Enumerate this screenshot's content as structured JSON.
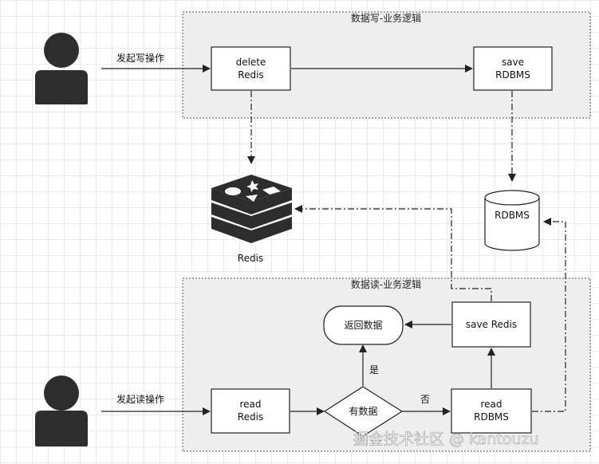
{
  "groups": {
    "write": {
      "title": "数据写-业务逻辑"
    },
    "read": {
      "title": "数据读-业务逻辑"
    }
  },
  "nodes": {
    "delete_redis": {
      "line1": "delete",
      "line2": "Redis"
    },
    "save_rdbms": {
      "line1": "save",
      "line2": "RDBMS"
    },
    "redis_store": {
      "label": "Redis"
    },
    "rdbms_store": {
      "label": "RDBMS"
    },
    "return_data": {
      "label": "返回数据"
    },
    "save_redis": {
      "label": "save Redis"
    },
    "read_redis": {
      "line1": "read",
      "line2": "Redis"
    },
    "has_data": {
      "label": "有数据"
    },
    "read_rdbms": {
      "line1": "read",
      "line2": "RDBMS"
    }
  },
  "edges": {
    "write_trigger": {
      "label": "发起写操作"
    },
    "read_trigger": {
      "label": "发起读操作"
    },
    "yes": {
      "label": "是"
    },
    "no": {
      "label": "否"
    }
  },
  "icons": {
    "write_user": "user-icon",
    "read_user": "user-icon",
    "redis_logo": "redis-logo-icon",
    "database": "database-cylinder-icon"
  },
  "watermark": {
    "text": "掘金技术社区 @ kantouzu"
  },
  "colors": {
    "group_fill": "#efeeee",
    "stroke": "#222222",
    "icon": "#2d2d2d"
  }
}
